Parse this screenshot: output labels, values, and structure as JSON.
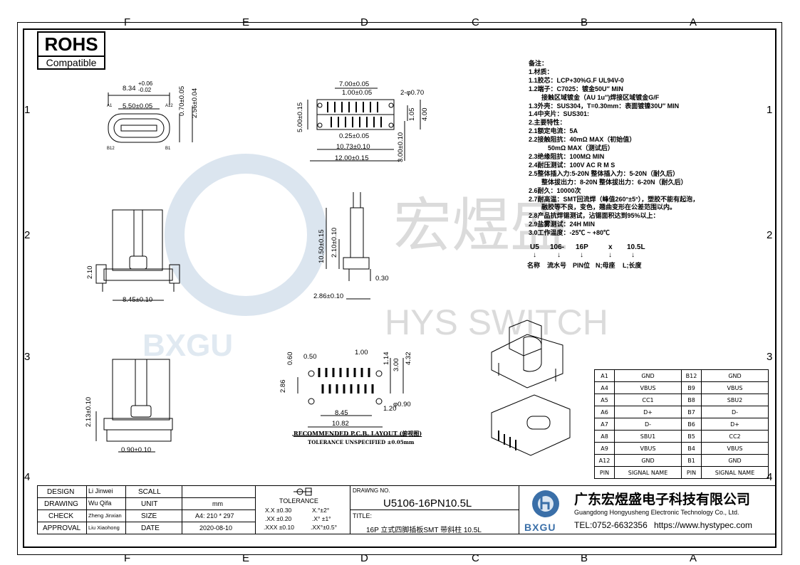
{
  "rohs": {
    "title": "ROHS",
    "subtitle": "Compatible"
  },
  "zones": {
    "cols": [
      "F",
      "E",
      "D",
      "C",
      "B",
      "A"
    ],
    "rows": [
      "1",
      "2",
      "3",
      "4"
    ]
  },
  "dims": {
    "d1": "8.34",
    "d1_tol_up": "+0.06",
    "d1_tol_dn": "-0.02",
    "d2": "5.50±0.05",
    "d3": "0.70±0.05",
    "d4": "2.56±0.04",
    "pin_a1": "A1",
    "pin_a12": "A12",
    "pin_b12": "B12",
    "pin_b1": "B1",
    "d5": "7.00±0.05",
    "d6": "1.00±0.05",
    "d7": "2-φ0.70",
    "d8": "5.00±0.15",
    "d9": "1.05",
    "d10": "4.00",
    "d11": "0.25±0.05",
    "d12": "10.73±0.10",
    "d13": "12.00±0.15",
    "d14": "3.00±0.10",
    "d15": "2.10",
    "d16": "8.45±0.10",
    "d17": "10.50±0.15",
    "d18": "2.10±0.10",
    "d19": "0.30",
    "d20": "2.86±0.10",
    "d21": "2.13±0.10",
    "d22": "0.90±0.10",
    "d23": "0.60",
    "d24": "0.50",
    "d25": "1.00",
    "d26": "1.14",
    "d27": "3.00",
    "d28": "4.32",
    "d29": "2.86",
    "d30": "8.45",
    "d31": "1.20",
    "d32": "φ0.90",
    "d33": "10.82",
    "pcb_title": "RECOMMENDED P.C.B. LAYOUT (俯视图)",
    "pcb_tol": "TOLERANCE UNSPECIFIED ±0.05mm"
  },
  "watermark": {
    "cn": "宏煜盛",
    "en": "HYS SWITCH",
    "logo": "BXGU"
  },
  "notes": [
    "备注：",
    "1.材质：",
    "1.1胶芯：LCP+30%G.F UL94V-0",
    "1.2端子：C7025：镀金50U″ MIN",
    "　　接触区域镀金（AU 1u″)焊接区域镀金G/F",
    "1.3外壳：SUS304，T=0.30mm：表面镀镍30U″ MIN",
    "1.4中夹片：SUS301:",
    "2.主要特性：",
    "2.1额定电流：5A",
    "2.2接触阻抗：40mΩ MAX（初始值）",
    "　　　50mΩ MAX（测试后）",
    "2.3绝缘阻抗：100MΩ MIN",
    "2.4耐压测试：100V AC R M S",
    "2.5整体插入力:5-20N 整体插入力：5-20N（耐久后）",
    "　　整体拔出力：8-20N 整体拔出力：6-20N（耐久后）",
    "2.6耐久：10000次",
    "2.7耐高温：SMT回流焊（峰值260°±5°），塑胶不能有起泡，",
    "　　融胶等不良，变色，翘曲变形在公差范围以内。",
    "2.8产品抗焊锡测试，沾锡面积达到95%以上：",
    "2.9盐雾测试：24H MIN",
    "3.0工作温度：-25℃ ~ +80℃"
  ],
  "partcode": {
    "parts": [
      "U5",
      "106-",
      "16P",
      "x",
      "10.5L"
    ],
    "meanings": [
      "名称",
      "流水号",
      "PIN位",
      "N;母座",
      "L;长度"
    ],
    "arrow": "↓"
  },
  "pins": [
    [
      "A1",
      "GND",
      "B12",
      "GND"
    ],
    [
      "A4",
      "VBUS",
      "B9",
      "VBUS"
    ],
    [
      "A5",
      "CC1",
      "B8",
      "SBU2"
    ],
    [
      "A6",
      "D+",
      "B7",
      "D-"
    ],
    [
      "A7",
      "D-",
      "B6",
      "D+"
    ],
    [
      "A8",
      "SBU1",
      "B5",
      "CC2"
    ],
    [
      "A9",
      "VBUS",
      "B4",
      "VBUS"
    ],
    [
      "A12",
      "GND",
      "B1",
      "GND"
    ],
    [
      "PIN",
      "SIGNAL NAME",
      "PIN",
      "SIGNAL NAME"
    ]
  ],
  "titleblock": {
    "labels": [
      "DESIGN",
      "DRAWING",
      "CHECK",
      "APPROVAL"
    ],
    "names": [
      "Li Jinwei",
      "Wu Qifa",
      "Zheng Jinxian",
      "Liu Xiaohong"
    ],
    "fields": [
      "SCALL",
      "UNIT",
      "SIZE",
      "DATE"
    ],
    "values": [
      "",
      "mm",
      "A4: 210 * 297",
      "2020-08-10"
    ],
    "tolerance_title": "TOLERANCE",
    "tol": [
      "X.X  ±0.30",
      "X.°±2°",
      ".XX  ±0.20",
      ".X° ±1°",
      ".XXX  ±0.10",
      ".XX°±0.5°"
    ],
    "drawing_no_label": "DRAWNG NO.",
    "drawing_no": "U5106-16PN10.5L",
    "title_label": "TITLE:",
    "title": "16P 立式四脚插板SMT 带斜柱 10.5L",
    "company_cn": "广东宏煜盛电子科技有限公司",
    "company_en": "Guangdong Hongyusheng Electronic Technology Co., Ltd.",
    "tel": "TEL:0752-6632356",
    "url": "https://www.hystypec.com",
    "logo": "BXGU"
  }
}
